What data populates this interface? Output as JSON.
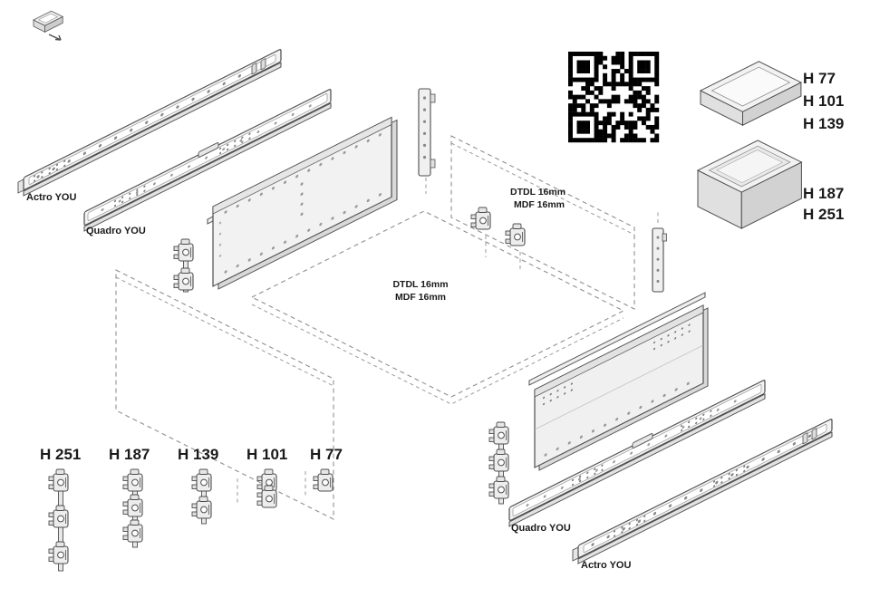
{
  "diagram": {
    "slide_labels": {
      "top_outer": "Actro YOU",
      "top_inner": "Quadro YOU",
      "bottom_inner": "Quadro YOU",
      "bottom_outer": "Actro YOU"
    },
    "panel_labels": {
      "back_line1": "DTDL 16mm",
      "back_line2": "MDF 16mm",
      "bottom_line1": "DTDL 16mm",
      "bottom_line2": "MDF 16mm"
    },
    "drawer_heights_shallow": [
      "H 77",
      "H 101",
      "H 139"
    ],
    "drawer_heights_deep": [
      "H 187",
      "H 251"
    ],
    "bracket_heights": [
      "H 251",
      "H 187",
      "H 139",
      "H 101",
      "H 77"
    ],
    "icons": {
      "qr_code": "qr-code",
      "pictogram": "drawer-pull-out-icon"
    },
    "colors": {
      "line": "#4d4d4d",
      "line_light": "#8f8f8f",
      "fill_light": "#f3f3f3",
      "fill_mid": "#e3e3e3",
      "fill_dark": "#d6d6d6",
      "text": "#1a1a1a",
      "qr": "#000000",
      "background": "#ffffff"
    }
  }
}
